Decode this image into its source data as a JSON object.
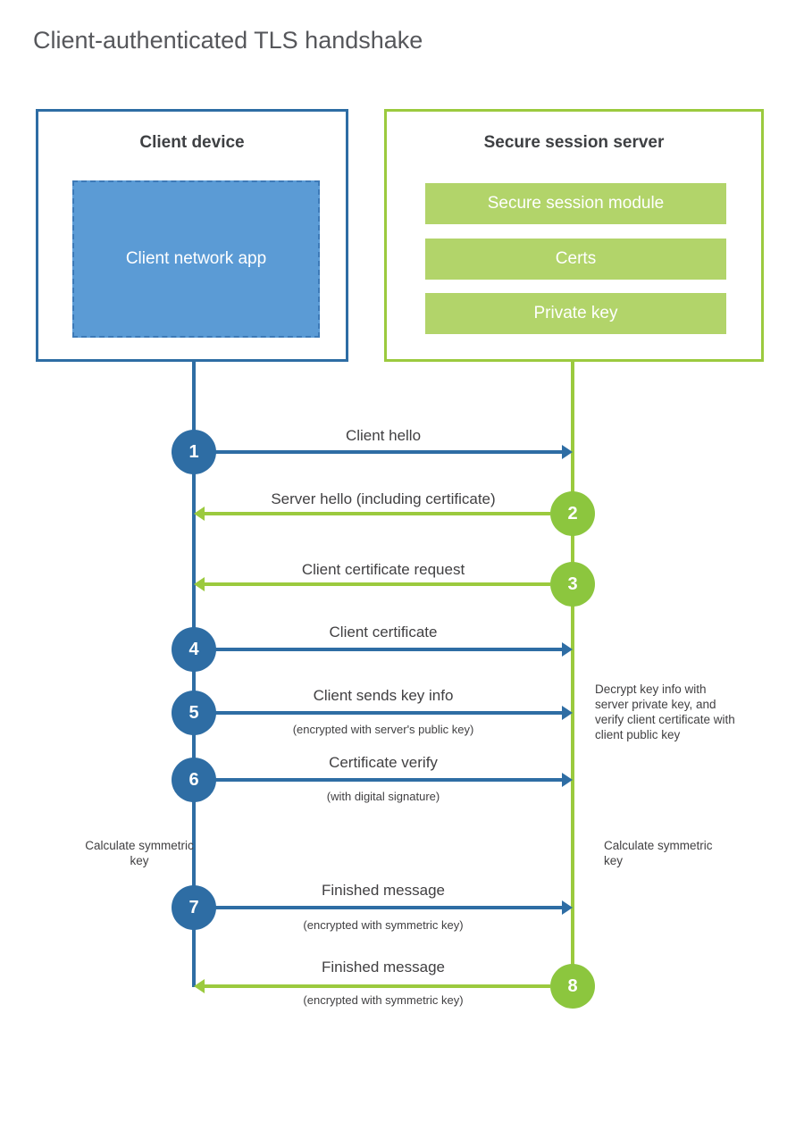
{
  "title": "Client-authenticated TLS handshake",
  "client": {
    "title": "Client device",
    "app": "Client network app"
  },
  "server": {
    "title": "Secure session server",
    "modules": [
      "Secure session module",
      "Certs",
      "Private key"
    ]
  },
  "steps": [
    {
      "num": "1",
      "label": "Client hello",
      "direction": "right",
      "color": "blue"
    },
    {
      "num": "2",
      "label": "Server hello (including certificate)",
      "direction": "left",
      "color": "green"
    },
    {
      "num": "3",
      "label": "Client certificate request",
      "direction": "left",
      "color": "green"
    },
    {
      "num": "4",
      "label": "Client certificate",
      "direction": "right",
      "color": "blue"
    },
    {
      "num": "5",
      "label": "Client sends key info",
      "sub": "(encrypted with server's public key)",
      "direction": "right",
      "color": "blue"
    },
    {
      "num": "6",
      "label": "Certificate verify",
      "sub": "(with digital signature)",
      "direction": "right",
      "color": "blue"
    },
    {
      "num": "7",
      "label": "Finished message",
      "sub": "(encrypted with symmetric key)",
      "direction": "right",
      "color": "blue"
    },
    {
      "num": "8",
      "label": "Finished message",
      "sub": "(encrypted with symmetric key)",
      "direction": "left",
      "color": "green"
    }
  ],
  "notes": {
    "decrypt": "Decrypt key info with server private key, and verify client certificate with client public key",
    "calc_client": "Calculate symmetric key",
    "calc_server": "Calculate symmetric key"
  },
  "colors": {
    "blue": "#2e6da4",
    "blue_fill": "#5b9bd5",
    "green_line": "#9bca3e",
    "green_circle": "#8cc63e",
    "green_fill": "#b2d46a",
    "text": "#414042"
  }
}
